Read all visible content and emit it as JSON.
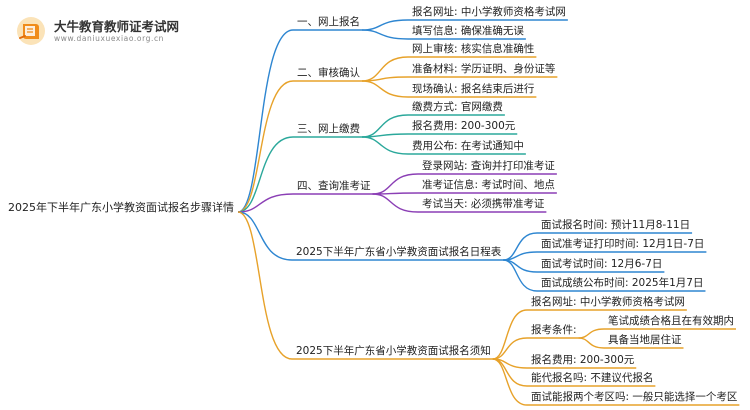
{
  "brand": {
    "name": "大牛教育教师证考试网",
    "url": "www.daniuxuexiao.org.cn"
  },
  "root": "2025年下半年广东小学教资面试报名步骤详情",
  "colors": [
    "#2e86d1",
    "#e7a22a",
    "#2ba89b",
    "#8b3fb5",
    "#2e86d1",
    "#e7a22a"
  ],
  "branches": [
    {
      "label": "一、网上报名",
      "children": [
        {
          "label": "报名网址: 中小学教师资格考试网"
        },
        {
          "label": "填写信息: 确保准确无误"
        }
      ]
    },
    {
      "label": "二、审核确认",
      "children": [
        {
          "label": "网上审核: 核实信息准确性"
        },
        {
          "label": "准备材料: 学历证明、身份证等"
        },
        {
          "label": "现场确认: 报名结束后进行"
        }
      ]
    },
    {
      "label": "三、网上缴费",
      "children": [
        {
          "label": "缴费方式: 官网缴费"
        },
        {
          "label": "报名费用: 200-300元"
        },
        {
          "label": "费用公布: 在考试通知中"
        }
      ]
    },
    {
      "label": "四、查询准考证",
      "children": [
        {
          "label": "登录网站: 查询并打印准考证"
        },
        {
          "label": "准考证信息: 考试时间、地点"
        },
        {
          "label": "考试当天: 必须携带准考证"
        }
      ]
    },
    {
      "label": "2025下半年广东省小学教资面试报名日程表",
      "children": [
        {
          "label": "面试报名时间: 预计11月8-11日"
        },
        {
          "label": "面试准考证打印时间: 12月1日-7日"
        },
        {
          "label": "面试考试时间: 12月6-7日"
        },
        {
          "label": "面试成绩公布时间: 2025年1月7日"
        }
      ]
    },
    {
      "label": "2025下半年广东省小学教资面试报名须知",
      "children": [
        {
          "label": "报名网址: 中小学教师资格考试网"
        },
        {
          "label": "报考条件:",
          "children": [
            {
              "label": "笔试成绩合格且在有效期内"
            },
            {
              "label": "具备当地居住证"
            }
          ]
        },
        {
          "label": "报名费用: 200-300元"
        },
        {
          "label": "能代报名吗: 不建议代报名"
        },
        {
          "label": "面试能报两个考区吗: 一般只能选择一个考区"
        }
      ]
    }
  ]
}
